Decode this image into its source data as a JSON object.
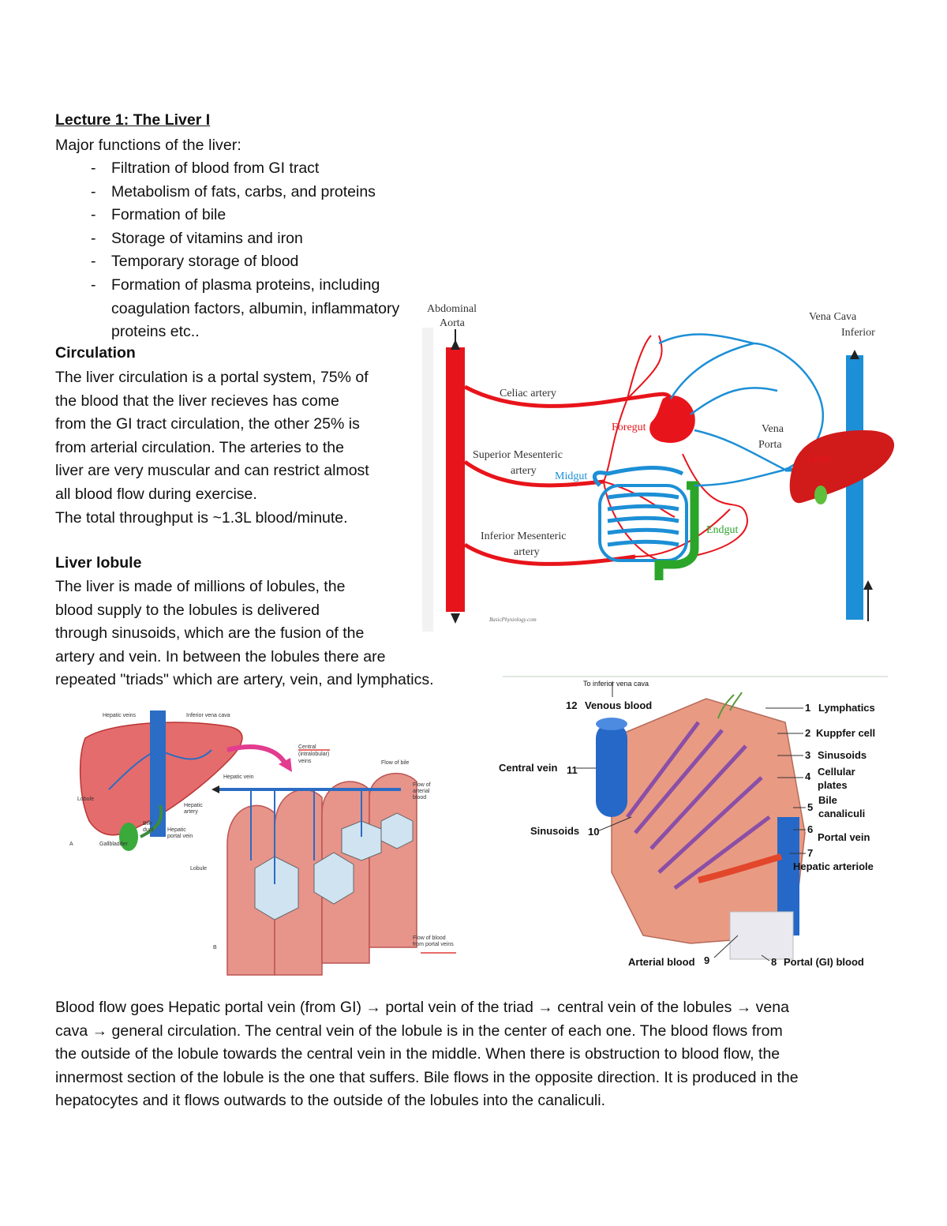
{
  "title": "Lecture 1: The Liver I",
  "functions_intro": "Major functions of the liver:",
  "functions": [
    "Filtration of blood from GI tract",
    "Metabolism of fats, carbs, and proteins",
    "Formation of bile",
    "Storage of vitamins and iron",
    "Temporary storage of blood",
    "Formation of plasma proteins, including coagulation factors, albumin, inflammatory proteins etc.."
  ],
  "circulation": {
    "heading": "Circulation",
    "lines": [
      "The liver circulation is a portal system, 75% of",
      "the blood that the liver recieves has come",
      "from the GI tract circulation, the other 25% is",
      "from arterial circulation. The arteries to the",
      "liver are very muscular and can restrict almost",
      "all blood flow during exercise.",
      "The total throughput is ~1.3L blood/minute."
    ]
  },
  "lobule": {
    "heading": "Liver lobule",
    "lines": [
      "The liver is made of millions of lobules, the",
      "blood supply to the lobules is delivered",
      "through sinusoids, which are the fusion of the",
      "artery and vein. In between the lobules there are",
      "repeated \"triads\" which are artery, vein, and lymphatics."
    ]
  },
  "blood_flow_lines": [
    "Blood flow goes Hepatic portal vein (from GI) → portal vein of the triad → central vein of the lobules → vena",
    "cava → general circulation. The central vein of the lobule is in the center of each one. The blood flows from",
    "the outside of the lobule towards the central vein in the middle. When there is obstruction to blood flow, the",
    "innermost section of the lobule is the one that suffers. Bile flows in the opposite direction. It is produced in the",
    "hepatocytes and it flows outwards to the outside of the lobules into the canaliculi."
  ],
  "figure_circulation": {
    "abdominal": "Abdominal",
    "aorta": "Aorta",
    "vena_cava": "Vena Cava",
    "inferior": "Inferior",
    "celiac": "Celiac artery",
    "foregut": "Foregut",
    "vena": "Vena",
    "porta": "Porta",
    "liver": "Liver",
    "superior_mes": "Superior Mesenteric",
    "artery": "artery",
    "midgut": "Midgut",
    "endgut": "Endgut",
    "inferior_mes": "Inferior Mesenteric",
    "artery2": "artery",
    "credit": "BasicPhysiology.com"
  },
  "figure_lobule_left": {
    "hepatic_veins": "Hepatic veins",
    "ivc": "Inferior vena cava",
    "central": "Central",
    "intralobular": "(intralobular)",
    "veins": "veins",
    "flow_bile": "Flow of bile",
    "hepatic_vein": "Hepatic vein",
    "flow_arterial1": "Flow of",
    "flow_arterial2": "arterial",
    "flow_arterial3": "blood",
    "lobule": "Lobule",
    "hepatic_artery1": "Hepatic",
    "hepatic_artery2": "artery",
    "bile_duct1": "Bile",
    "bile_duct2": "duct",
    "hpv1": "Hepatic",
    "hpv2": "portal vein",
    "gallbladder": "Gallbladder",
    "a": "A",
    "lobule2": "Lobule",
    "b": "B",
    "flow_portal1": "Flow of blood",
    "flow_portal2": "from portal veins"
  },
  "figure_lobule_right": {
    "to_ivc": "To inferior vena cava",
    "l12": "12",
    "venous": "Venous blood",
    "l1": "1",
    "lymphatics": "Lymphatics",
    "l2": "2",
    "kupffer": "Kuppfer cell",
    "l3": "3",
    "sinusoids": "Sinusoids",
    "l4": "4",
    "cellular": "Cellular",
    "plates": "plates",
    "l5": "5",
    "bile": "Bile",
    "canaliculi": "canaliculi",
    "l6": "6",
    "portal_vein": "Portal vein",
    "l7": "7",
    "hep_arteriole": "Hepatic arteriole",
    "central_vein": "Central vein",
    "l11": "11",
    "sinusoids10": "Sinusoids",
    "l10": "10",
    "arterial": "Arterial blood",
    "l9": "9",
    "l8": "8",
    "portal_gi": "Portal (GI) blood"
  }
}
